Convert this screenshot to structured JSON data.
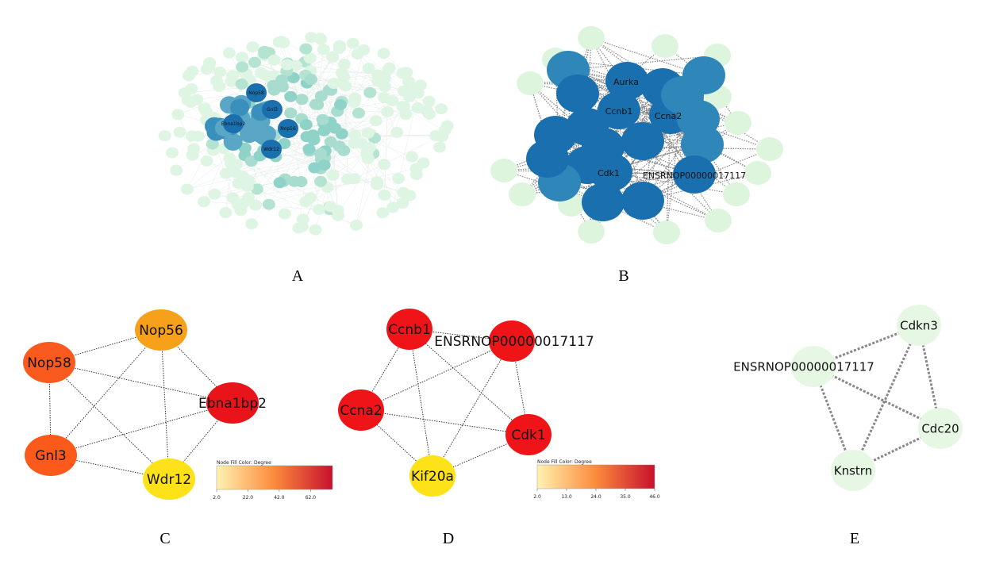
{
  "panels": {
    "A": {
      "label": "A",
      "hub_nodes": [
        "Nop58",
        "Gnl3",
        "Ebna1bp2",
        "Nop56",
        "Wdr12"
      ]
    },
    "B": {
      "label": "B",
      "hub_nodes": [
        "Aurka",
        "Ccnb1",
        "Ccna2",
        "Cdk1",
        "ENSRNOP00000017117"
      ]
    },
    "C": {
      "label": "C",
      "nodes": [
        {
          "name": "Nop56",
          "color": "#f7a11a"
        },
        {
          "name": "Nop58",
          "color": "#fb5a1e"
        },
        {
          "name": "Ebna1bp2",
          "color": "#e8141a"
        },
        {
          "name": "Gnl3",
          "color": "#fb5a1a"
        },
        {
          "name": "Wdr12",
          "color": "#fde219"
        }
      ],
      "legend": {
        "title": "Node Fill Color:  Degree",
        "ticks": [
          "2.0",
          "22.0",
          "42.0",
          "62.0"
        ]
      }
    },
    "D": {
      "label": "D",
      "nodes": [
        {
          "name": "Ccnb1",
          "color": "#ee1418"
        },
        {
          "name": "ENSRNOP00000017117",
          "color": "#ee1418"
        },
        {
          "name": "Ccna2",
          "color": "#ee1418"
        },
        {
          "name": "Cdk1",
          "color": "#ee1418"
        },
        {
          "name": "Kif20a",
          "color": "#fde219"
        }
      ],
      "legend": {
        "title": "Node Fill Color:  Degree",
        "ticks": [
          "2.0",
          "13.0",
          "24.0",
          "35.0",
          "46.0"
        ]
      }
    },
    "E": {
      "label": "E",
      "nodes": [
        {
          "name": "Cdkn3",
          "color": "#e6f8e3"
        },
        {
          "name": "ENSRNOP00000017117",
          "color": "#e6f8e3"
        },
        {
          "name": "Cdc20",
          "color": "#e6f8e3"
        },
        {
          "name": "Knstrn",
          "color": "#e6f8e3"
        }
      ]
    }
  },
  "colors": {
    "hub_dark": "#1a6faf",
    "hub_mid": "#2f86b8",
    "teal": "#8fd3c8",
    "pale": "#dff5e3"
  }
}
